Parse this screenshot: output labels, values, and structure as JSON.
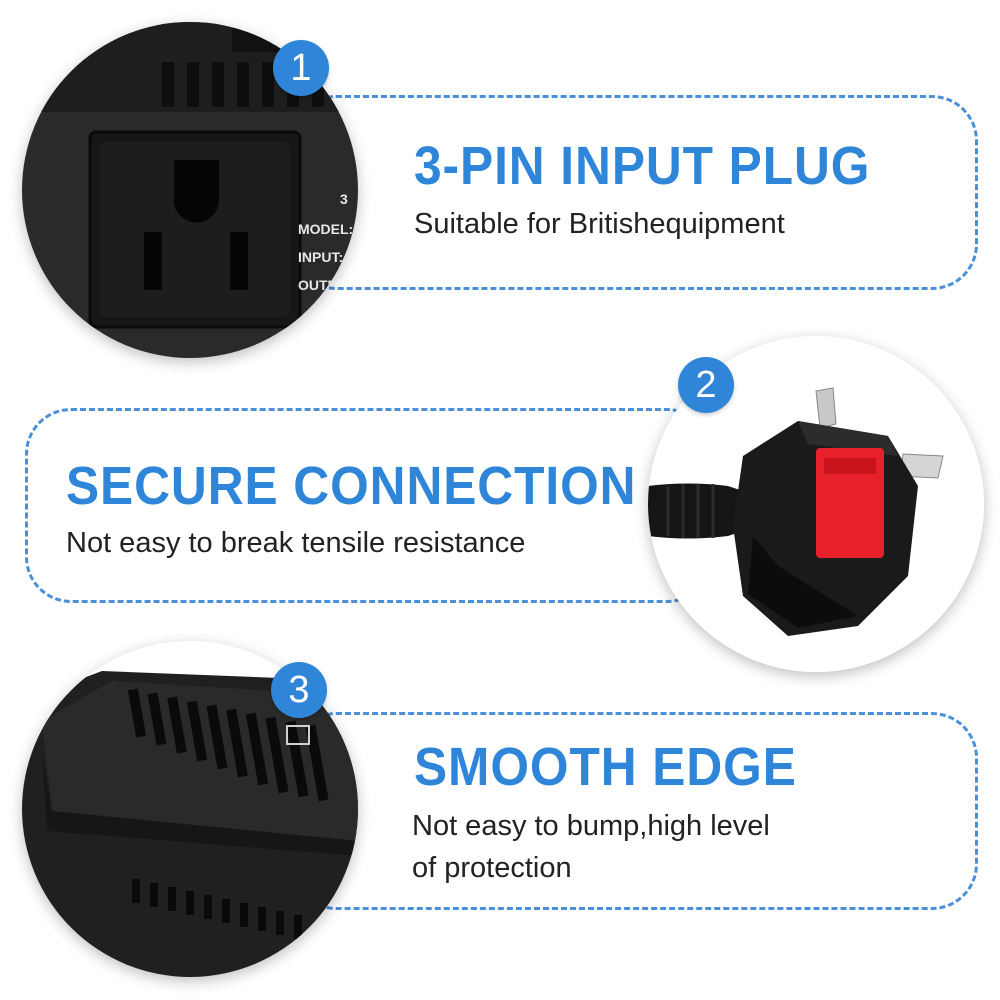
{
  "features": [
    {
      "number": "1",
      "title": "3-PIN INPUT PLUG",
      "desc_lines": [
        "Suitable for Britishequipment"
      ]
    },
    {
      "number": "2",
      "title": "SECURE CONNECTION",
      "desc_lines": [
        "Not easy to break tensile resistance"
      ]
    },
    {
      "number": "3",
      "title": "SMOOTH EDGE",
      "desc_lines": [
        "Not easy to bump,high level",
        "of protection"
      ]
    }
  ],
  "photo1_label": {
    "line1": "3",
    "line2": "MODEL:",
    "line3": "INPUT:",
    "line4": "OUTP"
  },
  "colors": {
    "accent": "#2f86d8",
    "border": "#4a90d9",
    "plug_red": "#e8202a",
    "device_black": "#1c1c1c"
  },
  "icons": [
    "socket-icon",
    "uk-plug-icon",
    "vented-case-icon"
  ]
}
